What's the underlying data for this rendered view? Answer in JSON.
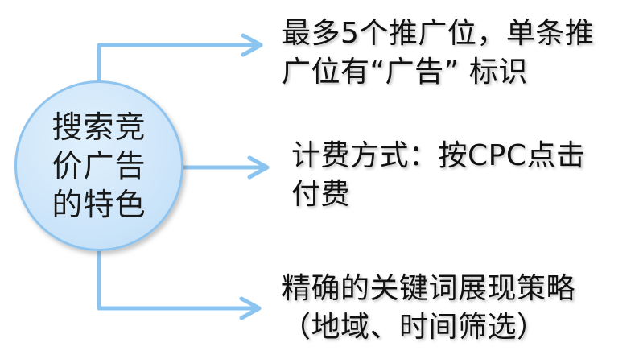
{
  "center": {
    "lines": [
      "搜索竞",
      "价广告",
      "的特色"
    ]
  },
  "features": [
    {
      "lines": [
        "最多5个推广位，单条推",
        "广位有“广告” 标识"
      ]
    },
    {
      "lines": [
        "计费方式：按CPC点击",
        "付费"
      ]
    },
    {
      "lines": [
        "精确的关键词展现策略",
        "（地域、时间筛选）"
      ]
    }
  ],
  "colors": {
    "connector": "#8cc4f0",
    "node_fill": "#cfe6fa",
    "node_border": "#8fc4ee",
    "text": "#111111"
  }
}
